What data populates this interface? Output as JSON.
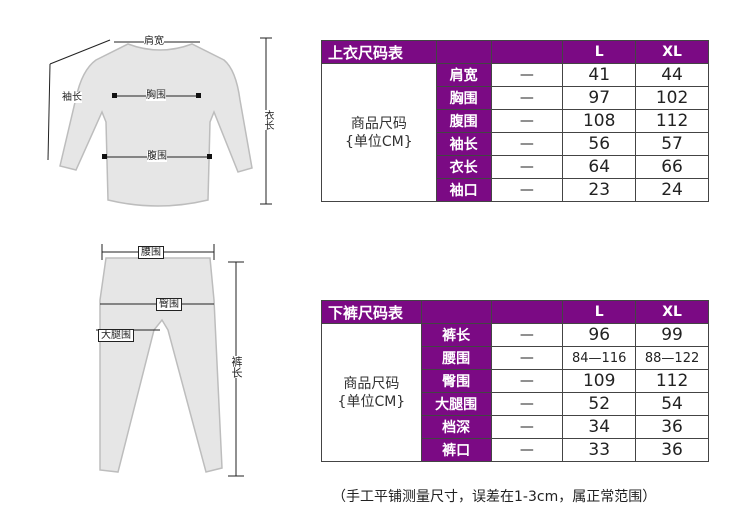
{
  "diagram": {
    "top_labels": {
      "shoulder": "肩宽",
      "sleeve": "袖长",
      "chest": "胸围",
      "waist": "腹围",
      "length": "衣长"
    },
    "bottom_labels": {
      "waist": "腰围",
      "hip": "臀围",
      "thigh": "大腿围",
      "length": "裤长"
    }
  },
  "top_table": {
    "title": "上衣尺码表",
    "size_headers": [
      "L",
      "XL"
    ],
    "caption_line1": "商品尺码",
    "caption_line2": "{单位CM}",
    "rows": [
      {
        "name": "肩宽",
        "dash": "—",
        "L": "41",
        "XL": "44"
      },
      {
        "name": "胸围",
        "dash": "—",
        "L": "97",
        "XL": "102"
      },
      {
        "name": "腹围",
        "dash": "—",
        "L": "108",
        "XL": "112"
      },
      {
        "name": "袖长",
        "dash": "—",
        "L": "56",
        "XL": "57"
      },
      {
        "name": "衣长",
        "dash": "—",
        "L": "64",
        "XL": "66"
      },
      {
        "name": "袖口",
        "dash": "—",
        "L": "23",
        "XL": "24"
      }
    ]
  },
  "bottom_table": {
    "title": "下裤尺码表",
    "size_headers": [
      "L",
      "XL"
    ],
    "caption_line1": "商品尺码",
    "caption_line2": "{单位CM}",
    "rows": [
      {
        "name": "裤长",
        "dash": "—",
        "L": "96",
        "XL": "99"
      },
      {
        "name": "腰围",
        "dash": "—",
        "L": "84—116",
        "XL": "88—122"
      },
      {
        "name": "臀围",
        "dash": "—",
        "L": "109",
        "XL": "112"
      },
      {
        "name": "大腿围",
        "dash": "—",
        "L": "52",
        "XL": "54"
      },
      {
        "name": "档深",
        "dash": "—",
        "L": "34",
        "XL": "36"
      },
      {
        "name": "裤口",
        "dash": "—",
        "L": "33",
        "XL": "36"
      }
    ]
  },
  "footnote": "（手工平铺测量尺寸，误差在1-3cm，属正常范围）"
}
